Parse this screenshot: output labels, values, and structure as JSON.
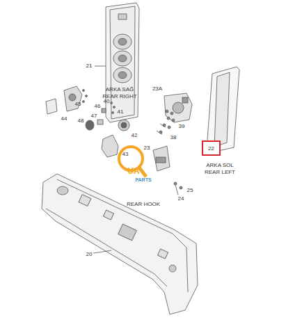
{
  "diagram": {
    "nodes": [
      {
        "text": [
          "22"
        ]
      }
    ],
    "labels": [
      "21",
      "ARKA SAĞ",
      "REAR RIGHT",
      "23A",
      "45",
      "46",
      "40",
      "41",
      "47",
      "44",
      "48",
      "42",
      "39",
      "38",
      "43",
      "23",
      "UA",
      "PARTS",
      "25",
      "24",
      "REAR HOOK",
      "20",
      "ARKA SOL",
      "REAR LEFT"
    ]
  }
}
